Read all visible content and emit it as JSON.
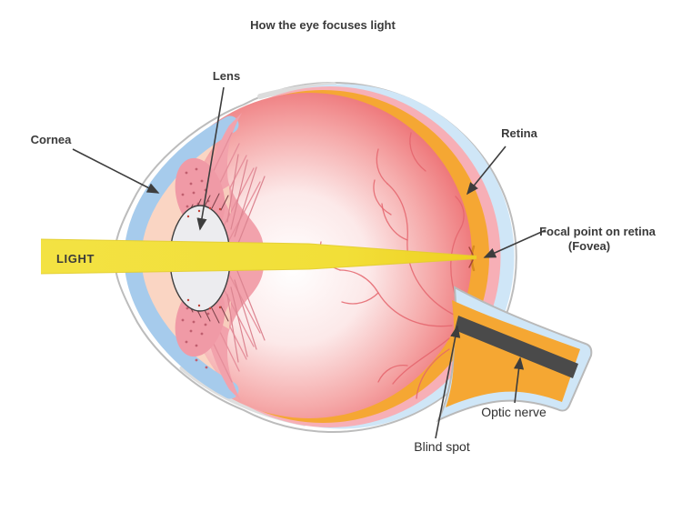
{
  "title": "How the eye focuses light",
  "labels": {
    "lens": "Lens",
    "cornea": "Cornea",
    "retina": "Retina",
    "focal_point_line1": "Focal point on retina",
    "focal_point_line2": "(Fovea)",
    "optic_nerve": "Optic nerve",
    "blind_spot": "Blind spot",
    "light": "LIGHT"
  },
  "colors": {
    "beam_yellow": "#F2E03C",
    "retina_orange": "#F5A733",
    "sclera_blue": "#CFE6F7",
    "cornea_blue": "#A6CBEC",
    "choroid_pink": "#F7AFB6",
    "vitreous_red": "#E23E44",
    "ciliary_pink": "#F2A2AC",
    "anterior_peach": "#FAD5C3",
    "lens_gray": "#ECECEF",
    "nerve_dark": "#4A4A4A",
    "outline_gray": "#BCBCBC",
    "label_text": "#3A3A3A",
    "plain_text": "#303030"
  }
}
